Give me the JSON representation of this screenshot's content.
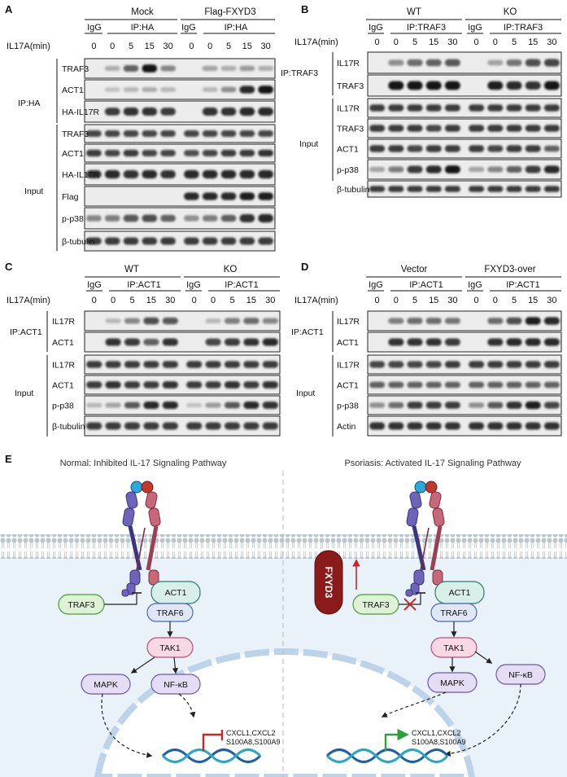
{
  "panels": {
    "A": {
      "letter": "A",
      "groups": [
        "Mock",
        "Flag-FXYD3"
      ],
      "igg": "IgG",
      "ip": "IP:HA",
      "treat_label": "IL17A(min)",
      "times": [
        "0",
        "0",
        "5",
        "15",
        "30",
        "0",
        "0",
        "5",
        "15",
        "30"
      ],
      "ip_group": "IP:HA",
      "input_group": "Input",
      "ip_rows": [
        {
          "label": "TRAF3",
          "intensity": [
            0,
            0.15,
            0.55,
            0.95,
            0.35,
            0,
            0.2,
            0.15,
            0.25,
            0.15
          ]
        },
        {
          "label": "ACT1",
          "intensity": [
            0,
            0.05,
            0.1,
            0.15,
            0.1,
            0,
            0.1,
            0.3,
            0.85,
            0.95
          ]
        },
        {
          "label": "HA-IL17R",
          "intensity": [
            0,
            0.75,
            0.8,
            0.8,
            0.75,
            0,
            0.8,
            0.8,
            0.85,
            0.85
          ]
        }
      ],
      "input_rows": [
        {
          "label": "TRAF3",
          "intensity": [
            0.7,
            0.7,
            0.7,
            0.7,
            0.7,
            0.7,
            0.7,
            0.7,
            0.7,
            0.7
          ]
        },
        {
          "label": "ACT1",
          "intensity": [
            0.75,
            0.7,
            0.75,
            0.7,
            0.7,
            0.65,
            0.7,
            0.75,
            0.75,
            0.8
          ]
        },
        {
          "label": "HA-IL17R",
          "intensity": [
            0.8,
            0.85,
            0.8,
            0.85,
            0.8,
            0.85,
            0.85,
            0.85,
            0.85,
            0.85
          ]
        },
        {
          "label": "Flag",
          "intensity": [
            0,
            0,
            0,
            0,
            0,
            0.85,
            0.85,
            0.85,
            0.9,
            0.9
          ]
        },
        {
          "label": "p-p38",
          "intensity": [
            0.35,
            0.4,
            0.6,
            0.65,
            0.55,
            0.3,
            0.4,
            0.55,
            0.8,
            0.85
          ]
        },
        {
          "label": "β-tubulin",
          "intensity": [
            0.75,
            0.75,
            0.75,
            0.75,
            0.75,
            0.75,
            0.75,
            0.75,
            0.75,
            0.75
          ]
        }
      ]
    },
    "B": {
      "letter": "B",
      "groups": [
        "WT",
        "KO"
      ],
      "igg": "IgG",
      "ip": "IP:TRAF3",
      "treat_label": "IL17A(min)",
      "times": [
        "0",
        "0",
        "5",
        "15",
        "30",
        "0",
        "0",
        "5",
        "15",
        "30"
      ],
      "ip_group": "IP:TRAF3",
      "input_group": "Input",
      "ip_rows": [
        {
          "label": "IL17R",
          "intensity": [
            0,
            0.3,
            0.5,
            0.55,
            0.6,
            0,
            0.2,
            0.45,
            0.65,
            0.7
          ]
        },
        {
          "label": "TRAF3",
          "intensity": [
            0,
            0.95,
            0.95,
            0.95,
            0.95,
            0,
            0.9,
            0.85,
            0.8,
            0.95
          ]
        }
      ],
      "input_rows": [
        {
          "label": "IL17R",
          "intensity": [
            0.75,
            0.75,
            0.75,
            0.75,
            0.75,
            0.75,
            0.75,
            0.75,
            0.75,
            0.75
          ]
        },
        {
          "label": "TRAF3",
          "intensity": [
            0.75,
            0.75,
            0.75,
            0.7,
            0.75,
            0.75,
            0.75,
            0.75,
            0.75,
            0.75
          ]
        },
        {
          "label": "ACT1",
          "intensity": [
            0.75,
            0.75,
            0.7,
            0.75,
            0.75,
            0.75,
            0.7,
            0.75,
            0.75,
            0.55
          ]
        },
        {
          "label": "p-p38",
          "intensity": [
            0.2,
            0.4,
            0.75,
            0.85,
            0.95,
            0.2,
            0.35,
            0.55,
            0.75,
            0.85
          ]
        },
        {
          "label": "β-tubulin",
          "intensity": [
            0.75,
            0.75,
            0.75,
            0.75,
            0.75,
            0.75,
            0.75,
            0.75,
            0.75,
            0.75
          ]
        }
      ]
    },
    "C": {
      "letter": "C",
      "groups": [
        "WT",
        "KO"
      ],
      "igg": "IgG",
      "ip": "IP:ACT1",
      "treat_label": "IL17A(min)",
      "times": [
        "0",
        "0",
        "5",
        "15",
        "30",
        "0",
        "0",
        "5",
        "15",
        "30"
      ],
      "ip_group": "IP:ACT1",
      "input_group": "Input",
      "ip_rows": [
        {
          "label": "IL17R",
          "intensity": [
            0,
            0.1,
            0.35,
            0.65,
            0.6,
            0,
            0.1,
            0.4,
            0.5,
            0.35
          ]
        },
        {
          "label": "ACT1",
          "intensity": [
            0,
            0.8,
            0.75,
            0.55,
            0.8,
            0,
            0.7,
            0.75,
            0.8,
            0.85
          ]
        }
      ],
      "input_rows": [
        {
          "label": "IL17R",
          "intensity": [
            0.75,
            0.75,
            0.75,
            0.75,
            0.75,
            0.75,
            0.75,
            0.75,
            0.75,
            0.75
          ]
        },
        {
          "label": "ACT1",
          "intensity": [
            0.75,
            0.8,
            0.75,
            0.75,
            0.8,
            0.75,
            0.75,
            0.8,
            0.75,
            0.8
          ]
        },
        {
          "label": "p-p38",
          "intensity": [
            0.1,
            0.2,
            0.6,
            0.85,
            0.85,
            0.05,
            0.25,
            0.6,
            0.85,
            0.8
          ]
        },
        {
          "label": "β-tubulin",
          "intensity": [
            0.75,
            0.75,
            0.75,
            0.75,
            0.75,
            0.75,
            0.75,
            0.75,
            0.75,
            0.75
          ]
        }
      ]
    },
    "D": {
      "letter": "D",
      "groups": [
        "Vector",
        "FXYD3-over"
      ],
      "igg": "IgG",
      "ip": "IP:ACT1",
      "treat_label": "IL17A(min)",
      "times": [
        "0",
        "0",
        "5",
        "15",
        "30",
        "0",
        "0",
        "5",
        "15",
        "30"
      ],
      "ip_group": "IP:ACT1",
      "input_group": "Input",
      "ip_rows": [
        {
          "label": "IL17R",
          "intensity": [
            0,
            0.4,
            0.5,
            0.5,
            0.45,
            0,
            0.5,
            0.65,
            0.9,
            0.85
          ]
        },
        {
          "label": "ACT1",
          "intensity": [
            0,
            0.8,
            0.8,
            0.8,
            0.75,
            0,
            0.8,
            0.85,
            0.85,
            0.85
          ]
        }
      ],
      "input_rows": [
        {
          "label": "IL17R",
          "intensity": [
            0.7,
            0.7,
            0.7,
            0.7,
            0.75,
            0.75,
            0.75,
            0.75,
            0.75,
            0.75
          ]
        },
        {
          "label": "ACT1",
          "intensity": [
            0.55,
            0.55,
            0.55,
            0.55,
            0.55,
            0.55,
            0.55,
            0.55,
            0.55,
            0.55
          ]
        },
        {
          "label": "p-p38",
          "intensity": [
            0.3,
            0.5,
            0.75,
            0.75,
            0.75,
            0.3,
            0.6,
            0.8,
            0.9,
            0.7
          ]
        },
        {
          "label": "Actin",
          "intensity": [
            0.8,
            0.8,
            0.8,
            0.8,
            0.8,
            0.8,
            0.8,
            0.8,
            0.8,
            0.8
          ]
        }
      ]
    }
  },
  "panelE": {
    "letter": "E",
    "left_title": "Normal: Inhibited IL-17 Signaling Pathway",
    "right_title": "Psoriasis: Activated IL-17 Signaling Pathway",
    "nodes": {
      "act1": "ACT1",
      "traf6": "TRAF6",
      "traf3": "TRAF3",
      "tak1": "TAK1",
      "mapk": "MAPK",
      "nfkb": "NF-κB",
      "fxyd3": "FXYD3"
    },
    "genes_line1": "CXCL1,CXCL2",
    "genes_line2": "S100A8,S100A9",
    "colors": {
      "act1": "#d7efe8",
      "traf6": "#dfe6f6",
      "traf3": "#def3d6",
      "tak1": "#f9d8e6",
      "mapk": "#e4ddf3",
      "nfkb": "#e4ddf3",
      "fxyd3": "#8b1a1a",
      "inhibit": "#d32f2f",
      "activate": "#2e9e3f",
      "cytoplasm": "#e9f1f9"
    }
  }
}
